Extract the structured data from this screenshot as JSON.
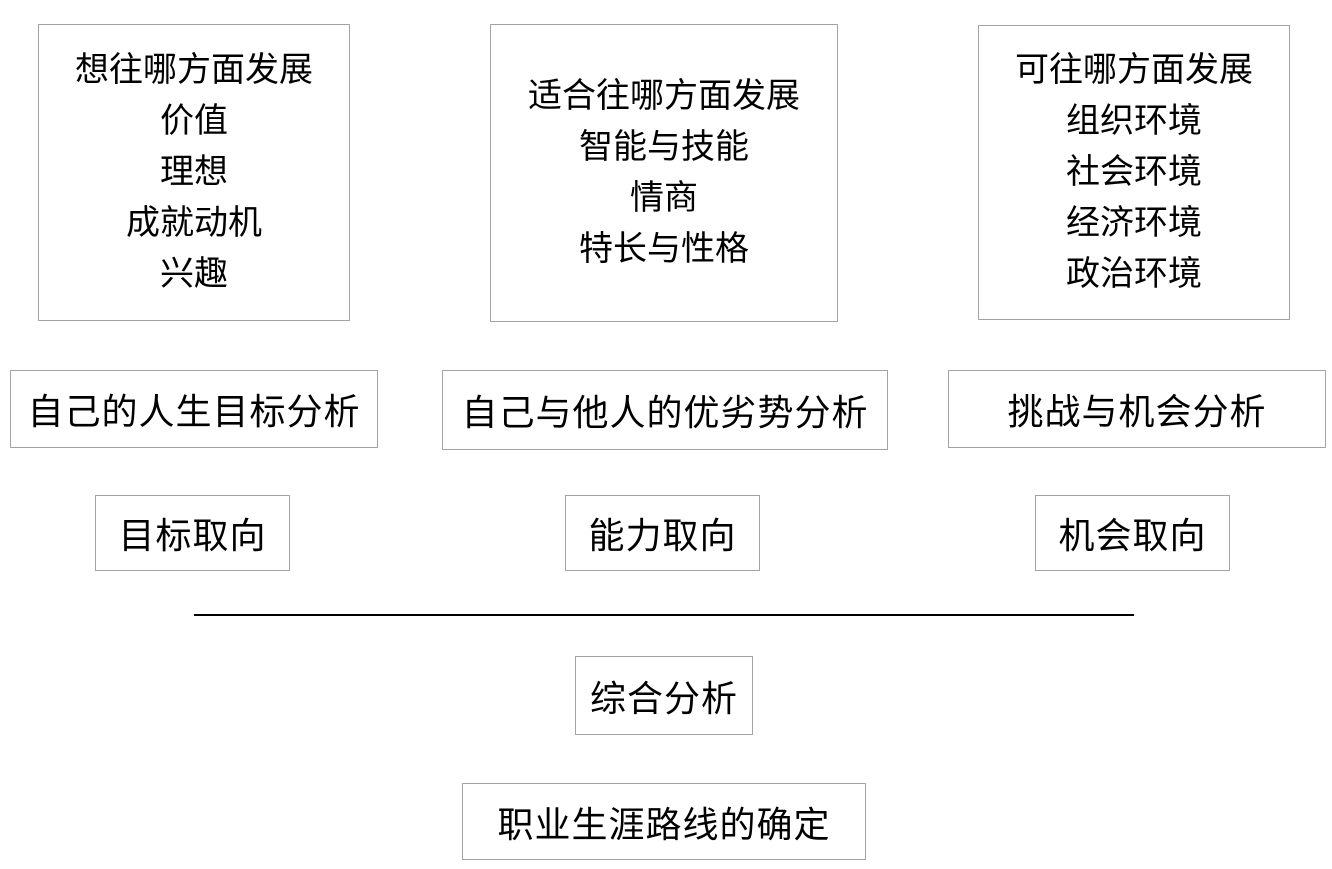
{
  "boxes": {
    "top": [
      {
        "lines": [
          "想往哪方面发展",
          "价值",
          "理想",
          "成就动机",
          "兴趣"
        ]
      },
      {
        "lines": [
          "适合往哪方面发展",
          "智能与技能",
          "情商",
          "特长与性格"
        ]
      },
      {
        "lines": [
          "可往哪方面发展",
          "组织环境",
          "社会环境",
          "经济环境",
          "政治环境"
        ]
      }
    ],
    "analysis": [
      {
        "label": "自己的人生目标分析"
      },
      {
        "label": "自己与他人的优劣势分析"
      },
      {
        "label": "挑战与机会分析"
      }
    ],
    "orientation": [
      {
        "label": "目标取向"
      },
      {
        "label": "能力取向"
      },
      {
        "label": "机会取向"
      }
    ],
    "summary": {
      "label": "综合分析"
    },
    "final": {
      "label": "职业生涯路线的确定"
    }
  },
  "colors": {
    "border": "#a3a3a3",
    "text": "#000000",
    "divider": "#000000",
    "background": "#ffffff"
  }
}
